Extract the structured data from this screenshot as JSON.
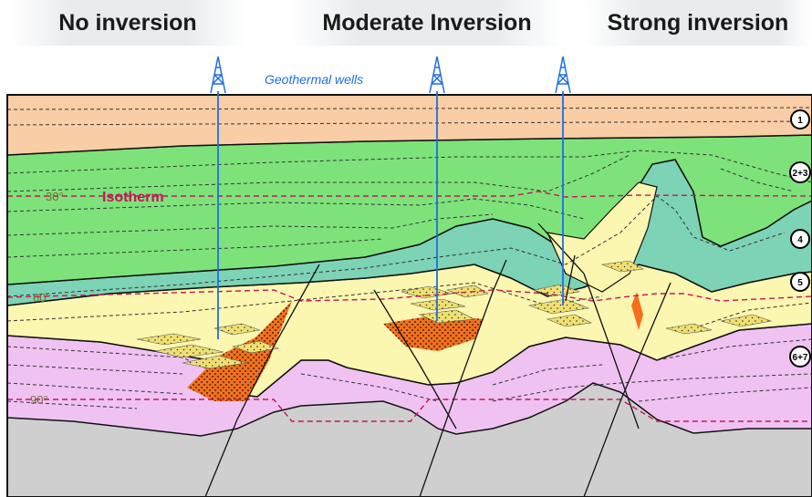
{
  "headers": {
    "left": "No inversion",
    "middle": "Moderate Inversion",
    "right": "Strong inversion"
  },
  "wells_label": "Geothermal wells",
  "isotherm": {
    "word": "Isotherm",
    "labels": [
      "30°",
      "60°",
      "90°"
    ],
    "color": "#c2185b"
  },
  "units": [
    "1",
    "2+3",
    "4",
    "5",
    "6+7"
  ],
  "colors": {
    "unit1": "#f9cda6",
    "unit23": "#7ee27a",
    "unit4": "#7dd3b5",
    "unit5": "#fbf6b0",
    "unit67": "#f0c2f2",
    "basement": "#cfcfcf",
    "syn_rift": "#f4701c",
    "well": "#1f6fe0"
  }
}
